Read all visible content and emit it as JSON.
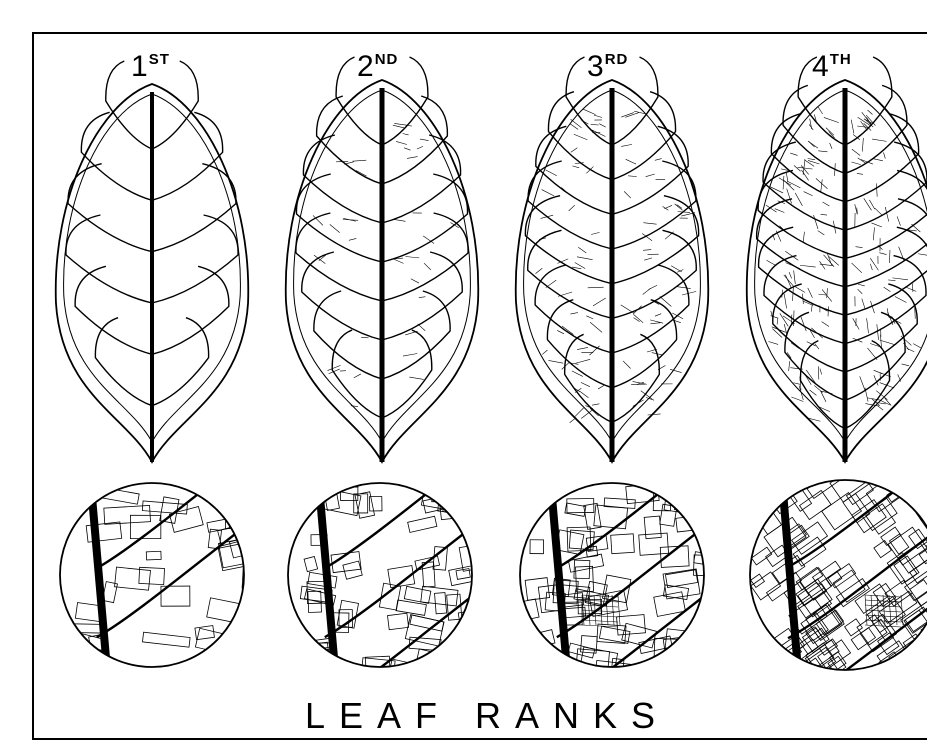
{
  "title": "LEAF RANKS",
  "ranks": [
    {
      "num": "1",
      "suffix": "ST"
    },
    {
      "num": "2",
      "suffix": "ND"
    },
    {
      "num": "3",
      "suffix": "RD"
    },
    {
      "num": "4",
      "suffix": "TH"
    }
  ],
  "colors": {
    "ink": "#000000",
    "paper": "#ffffff"
  }
}
